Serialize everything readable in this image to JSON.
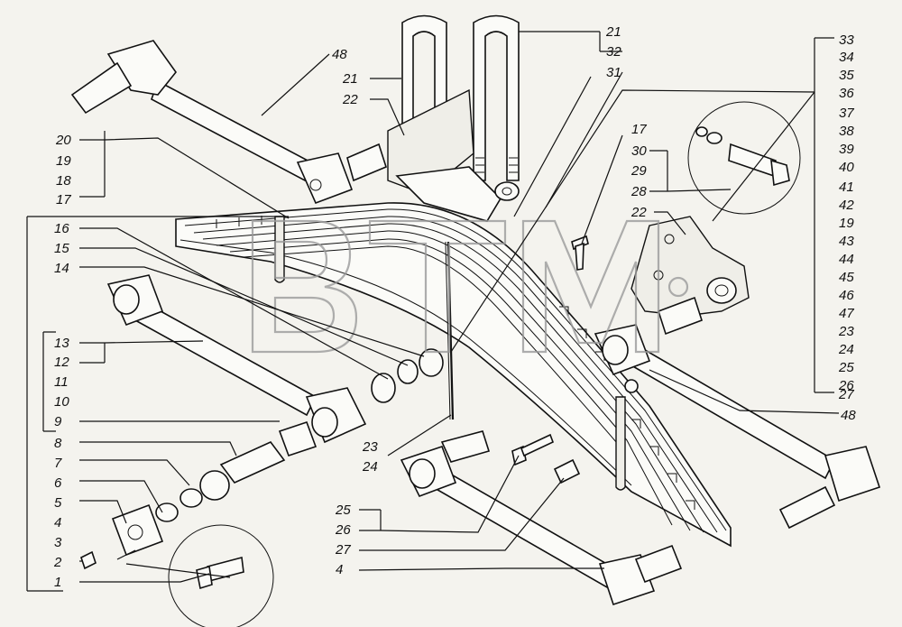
{
  "labels": [
    "48",
    "21",
    "22",
    "21",
    "32",
    "31",
    "20",
    "19",
    "18",
    "17",
    "16",
    "15",
    "14",
    "13",
    "12",
    "11",
    "10",
    "9",
    "8",
    "7",
    "6",
    "5",
    "4",
    "3",
    "2",
    "1",
    "17",
    "30",
    "29",
    "28",
    "22",
    "33",
    "34",
    "35",
    "36",
    "37",
    "38",
    "39",
    "40",
    "41",
    "42",
    "19",
    "43",
    "44",
    "45",
    "46",
    "47",
    "23",
    "24",
    "25",
    "26",
    "27",
    "48",
    "23",
    "24",
    "25",
    "26",
    "27",
    "4"
  ]
}
